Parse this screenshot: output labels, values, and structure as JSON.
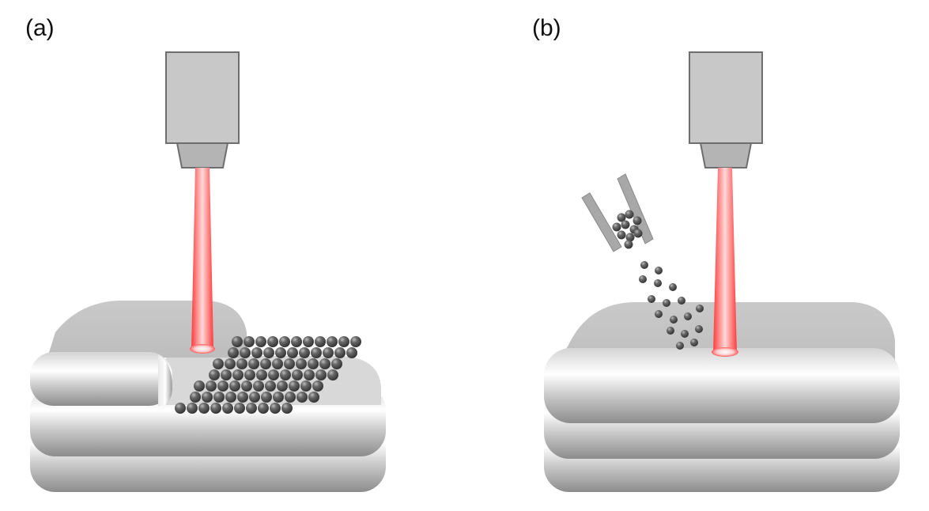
{
  "panels": [
    {
      "id": "a",
      "label": "(a)",
      "powder_delivery": "powder-bed"
    },
    {
      "id": "b",
      "label": "(b)",
      "powder_delivery": "powder-feed-nozzle"
    }
  ],
  "colors": {
    "laser_beam": "#ff3b3b",
    "laser_core": "#ffd9d9",
    "laser_head": "#c8c8c8",
    "laser_head_stroke": "#6e6e6e",
    "nozzle": "#a8a8a8",
    "powder_particle": "#4a4a4a",
    "build_layer": "#b9b9b9"
  },
  "icons": {
    "laser_head": "laser-head-icon",
    "laser_beam": "laser-beam-icon",
    "powder": "powder-particle-icon",
    "feed_nozzle": "powder-nozzle-icon",
    "build_part": "build-layers-icon"
  }
}
